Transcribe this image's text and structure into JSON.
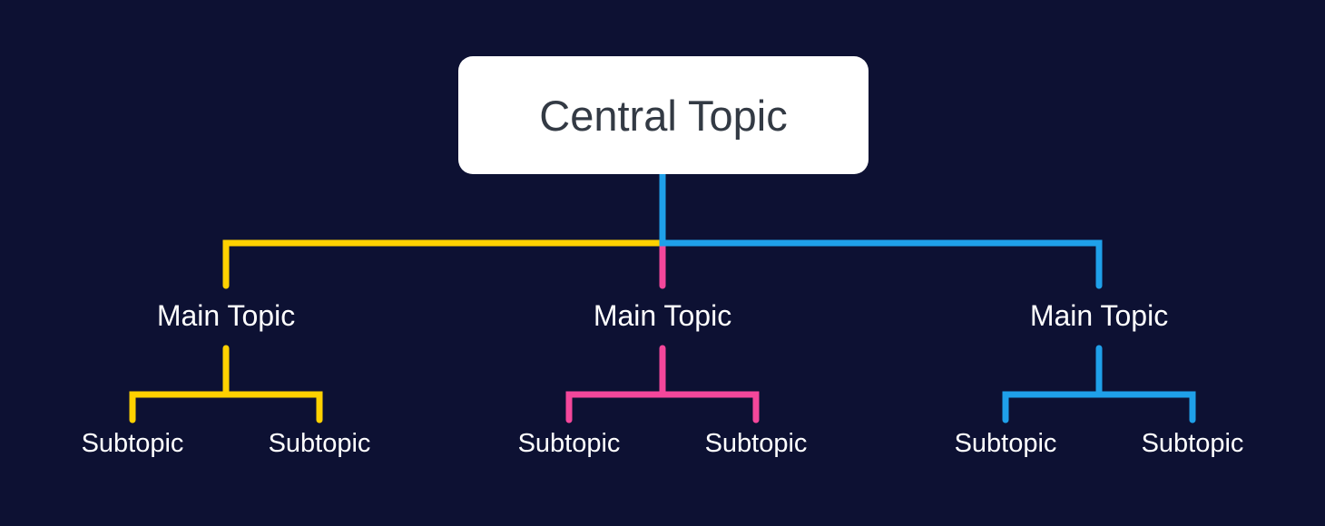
{
  "title": "Mind map diagram",
  "colors": {
    "background": "#0D1133",
    "node_text": "#FFFFFF",
    "central_bg": "#FFFFFF",
    "central_text": "#333A44"
  },
  "central": {
    "label": "Central Topic"
  },
  "branches": [
    {
      "name": "left",
      "color": "#FFD100",
      "main_label": "Main Topic",
      "subtopics": [
        "Subtopic",
        "Subtopic"
      ]
    },
    {
      "name": "center",
      "color": "#F4479B",
      "main_label": "Main Topic",
      "subtopics": [
        "Subtopic",
        "Subtopic"
      ]
    },
    {
      "name": "right",
      "color": "#1FA0E9",
      "main_label": "Main Topic",
      "subtopics": [
        "Subtopic",
        "Subtopic"
      ]
    }
  ]
}
